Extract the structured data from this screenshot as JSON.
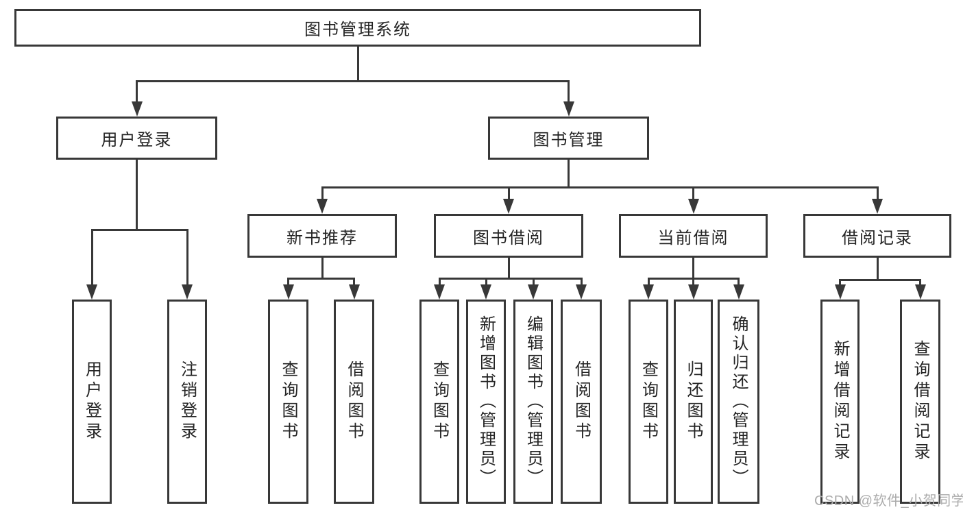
{
  "title": "图书管理系统",
  "root": {
    "label": "图书管理系统"
  },
  "level1": [
    {
      "label": "用户登录"
    },
    {
      "label": "图书管理"
    }
  ],
  "level2": [
    {
      "label": "新书推荐"
    },
    {
      "label": "图书借阅"
    },
    {
      "label": "当前借阅"
    },
    {
      "label": "借阅记录"
    }
  ],
  "leaves": {
    "user_login": [
      {
        "label": "用户登录"
      },
      {
        "label": "注销登录"
      }
    ],
    "new_book": [
      {
        "label": "查询图书"
      },
      {
        "label": "借阅图书"
      }
    ],
    "book_borrow": [
      {
        "label": "查询图书"
      },
      {
        "label": "新增图书（管理员）"
      },
      {
        "label": "编辑图书（管理员）"
      },
      {
        "label": "借阅图书"
      }
    ],
    "current_borrow": [
      {
        "label": "查询图书"
      },
      {
        "label": "归还图书"
      },
      {
        "label": "确认归还（管理员）"
      }
    ],
    "borrow_record": [
      {
        "label": "新增借阅记录"
      },
      {
        "label": "查询借阅记录"
      }
    ]
  },
  "watermark": "CSDN @软件_小贺同学",
  "colors": {
    "line": "#383838",
    "text": "#242424",
    "watermark": "#ababab",
    "background": "#ffffff"
  }
}
